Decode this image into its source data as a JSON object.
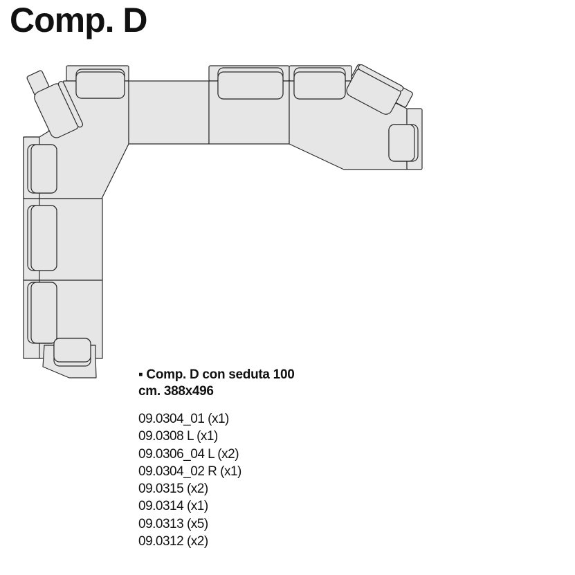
{
  "title": "Comp. D",
  "description": {
    "line1": "▪ Comp. D con seduta 100",
    "line2": "cm. 388x496"
  },
  "components": [
    "09.0304_01 (x1)",
    "09.0308 L (x1)",
    "09.0306_04 L (x2)",
    "09.0304_02 R (x1)",
    "09.0315 (x2)",
    "09.0314 (x1)",
    "09.0313 (x5)",
    "09.0312 (x2)"
  ]
}
